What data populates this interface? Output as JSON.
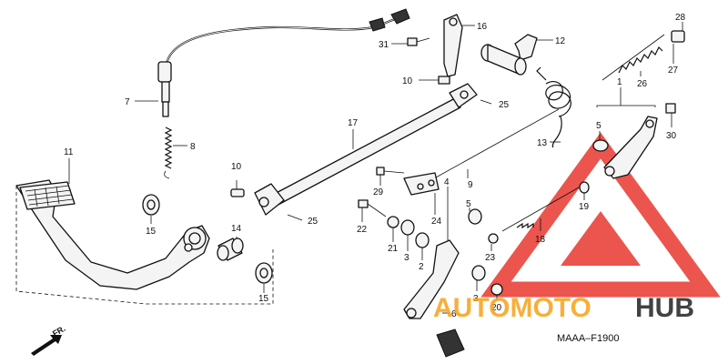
{
  "diagram_code": "MAAA–F1900",
  "front_marker": "FR.",
  "watermark": {
    "left": "AUTOMOTO",
    "right": "HUB",
    "accent_color": "#e8382f",
    "text_color": "#f6a21a"
  },
  "callouts": [
    {
      "id": "c1",
      "label": "1"
    },
    {
      "id": "c2",
      "label": "2"
    },
    {
      "id": "c3a",
      "label": "3"
    },
    {
      "id": "c3b",
      "label": "3"
    },
    {
      "id": "c4",
      "label": "4"
    },
    {
      "id": "c5a",
      "label": "5"
    },
    {
      "id": "c5b",
      "label": "5"
    },
    {
      "id": "c6",
      "label": "6"
    },
    {
      "id": "c7",
      "label": "7"
    },
    {
      "id": "c8",
      "label": "8"
    },
    {
      "id": "c9",
      "label": "9"
    },
    {
      "id": "c10a",
      "label": "10"
    },
    {
      "id": "c10b",
      "label": "10"
    },
    {
      "id": "c11",
      "label": "11"
    },
    {
      "id": "c12",
      "label": "12"
    },
    {
      "id": "c13",
      "label": "13"
    },
    {
      "id": "c14",
      "label": "14"
    },
    {
      "id": "c15a",
      "label": "15"
    },
    {
      "id": "c15b",
      "label": "15"
    },
    {
      "id": "c16",
      "label": "16"
    },
    {
      "id": "c17",
      "label": "17"
    },
    {
      "id": "c18",
      "label": "18"
    },
    {
      "id": "c19",
      "label": "19"
    },
    {
      "id": "c20",
      "label": "20"
    },
    {
      "id": "c21",
      "label": "21"
    },
    {
      "id": "c22",
      "label": "22"
    },
    {
      "id": "c23",
      "label": "23"
    },
    {
      "id": "c24",
      "label": "24"
    },
    {
      "id": "c25a",
      "label": "25"
    },
    {
      "id": "c25b",
      "label": "25"
    },
    {
      "id": "c26",
      "label": "26"
    },
    {
      "id": "c27",
      "label": "27"
    },
    {
      "id": "c28",
      "label": "28"
    },
    {
      "id": "c29",
      "label": "29"
    },
    {
      "id": "c30",
      "label": "30"
    },
    {
      "id": "c31",
      "label": "31"
    }
  ]
}
